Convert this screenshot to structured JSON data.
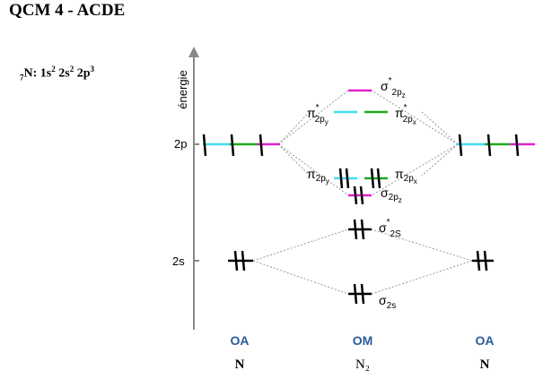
{
  "title": "QCM 4 - ACDE",
  "config": {
    "element_subscript": "7",
    "element": "N",
    "prefix": ": 1s",
    "sup1": "2",
    "mid1": " 2s",
    "sup2": "2",
    "mid2": " 2p",
    "sup3": "3"
  },
  "axis_label": "énergie",
  "levels": {
    "left_2p": "2p",
    "left_2s": "2s"
  },
  "mo_labels": {
    "sigma_star_2pz": {
      "base": "σ",
      "star": "*",
      "sub": "2p",
      "subsub": "z"
    },
    "pi_star_2py": {
      "base": "π",
      "star": "*",
      "sub": "2p",
      "subsub": "y"
    },
    "pi_star_2px": {
      "base": "π",
      "star": "*",
      "sub": "2p",
      "subsub": "x"
    },
    "pi_2py": {
      "base": "π",
      "sub": "2p",
      "subsub": "y"
    },
    "pi_2px": {
      "base": "π",
      "sub": "2p",
      "subsub": "x"
    },
    "sigma_2pz": {
      "base": "σ",
      "sub": "2p",
      "subsub": "z"
    },
    "sigma_star_2s": {
      "base": "σ",
      "star": "*",
      "sub": "2S"
    },
    "sigma_2s": {
      "base": "σ",
      "sub": "2s"
    }
  },
  "columns": {
    "left": {
      "head": "OA",
      "atom": "N"
    },
    "middle": {
      "head": "OM",
      "atom": "N₂"
    },
    "right": {
      "head": "OA",
      "atom": "N"
    }
  },
  "colors": {
    "cyan": "#44ddee",
    "green": "#1faa1f",
    "magenta": "#dd22cc",
    "blue": "#2a5a99",
    "axis": "#888888",
    "dotted": "#999999"
  }
}
